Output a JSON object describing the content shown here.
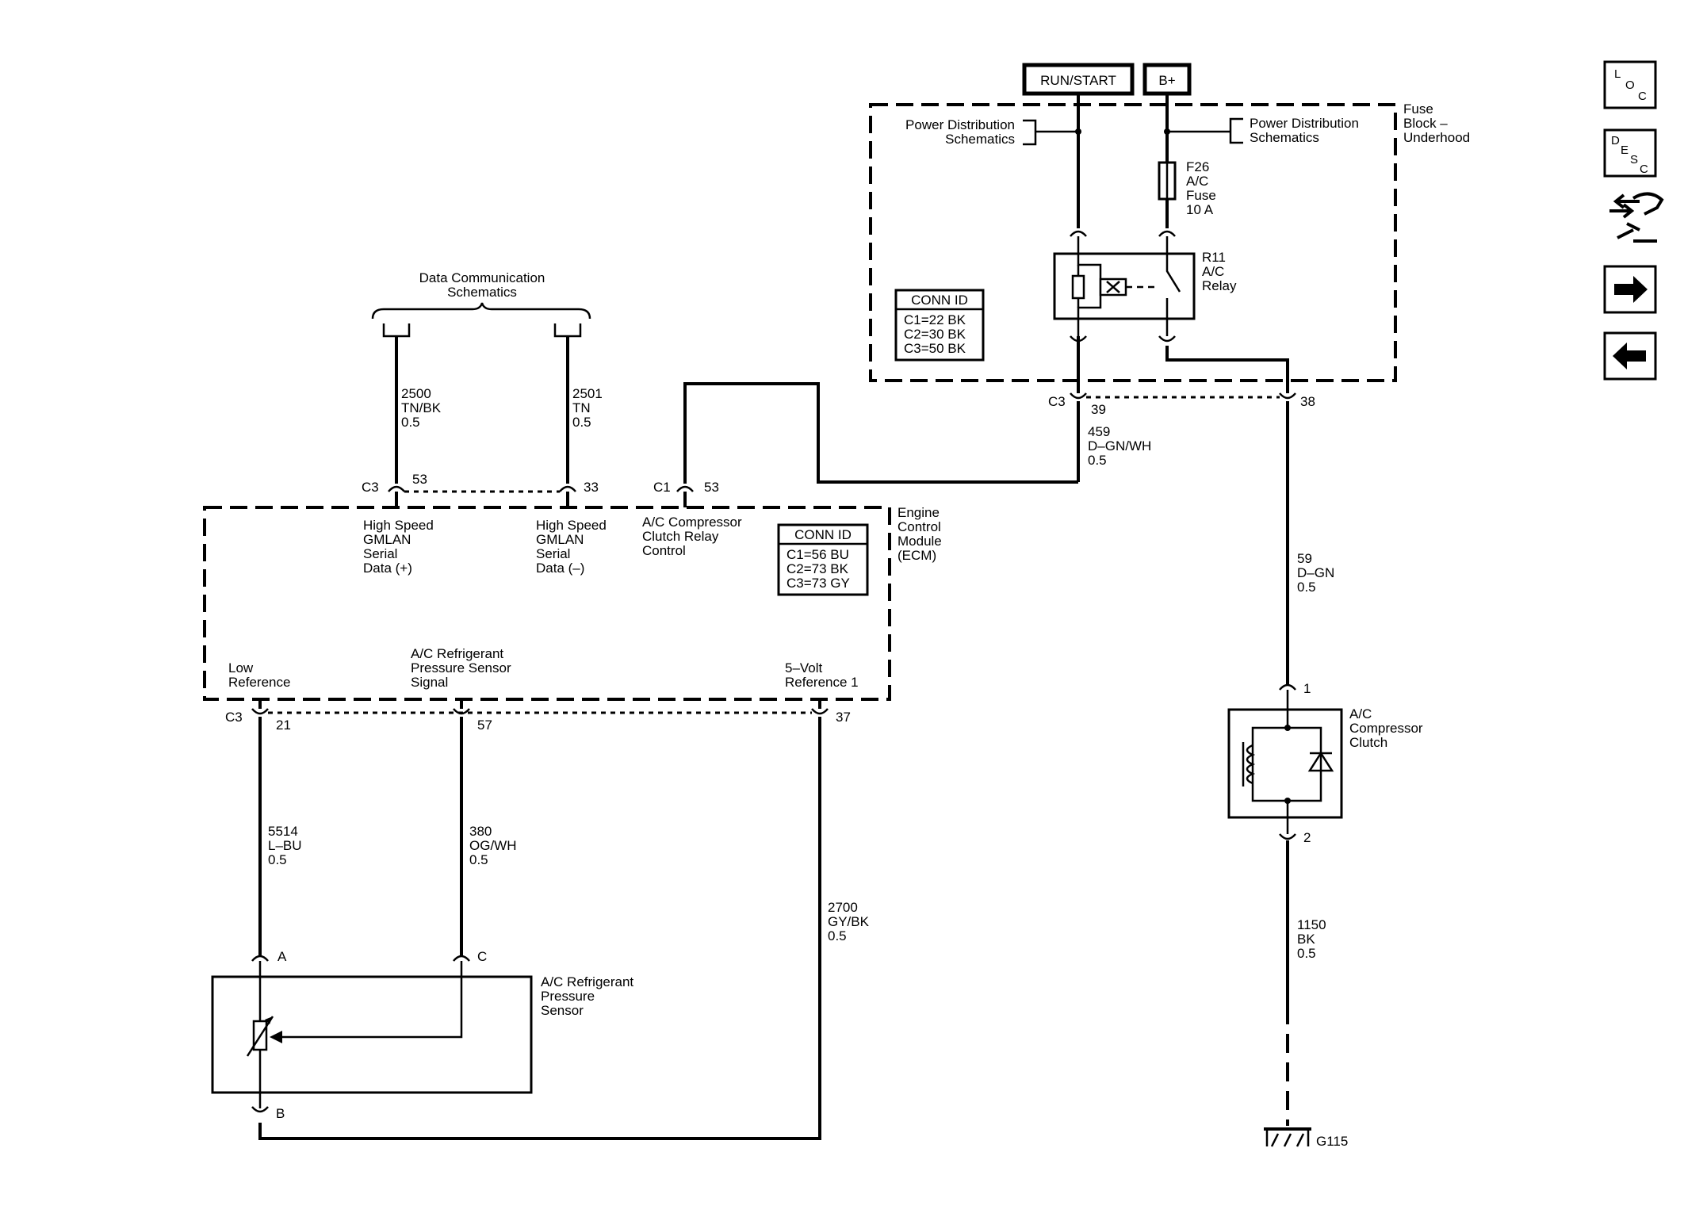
{
  "supply": {
    "run_start": "RUN/START",
    "b_plus": "B+"
  },
  "fuse_block": {
    "title_l1": "Fuse",
    "title_l2": "Block –",
    "title_l3": "Underhood",
    "pd_left_l1": "Power Distribution",
    "pd_left_l2": "Schematics",
    "pd_right_l1": "Power Distribution",
    "pd_right_l2": "Schematics",
    "fuse_l1": "F26",
    "fuse_l2": "A/C",
    "fuse_l3": "Fuse",
    "fuse_l4": "10 A",
    "relay_l1": "R11",
    "relay_l2": "A/C",
    "relay_l3": "Relay",
    "conn_title": "CONN ID",
    "conn_c1": "C1=22 BK",
    "conn_c2": "C2=30 BK",
    "conn_c3": "C3=50 BK",
    "c3_label": "C3",
    "pin_39": "39",
    "pin_38": "38"
  },
  "data_comm": {
    "title_l1": "Data Communication",
    "title_l2": "Schematics",
    "w2500_l1": "2500",
    "w2500_l2": "TN/BK",
    "w2500_l3": "0.5",
    "w2501_l1": "2501",
    "w2501_l2": "TN",
    "w2501_l3": "0.5"
  },
  "ecm": {
    "title_l1": "Engine",
    "title_l2": "Control",
    "title_l3": "Module",
    "title_l4": "(ECM)",
    "c3_top": "C3",
    "pin_53": "53",
    "pin_33": "33",
    "c1": "C1",
    "pin_c1_53": "53",
    "hs_plus_l1": "High Speed",
    "hs_plus_l2": "GMLAN",
    "hs_plus_l3": "Serial",
    "hs_plus_l4": "Data (+)",
    "hs_minus_l1": "High Speed",
    "hs_minus_l2": "GMLAN",
    "hs_minus_l3": "Serial",
    "hs_minus_l4": "Data (–)",
    "clutch_l1": "A/C Compressor",
    "clutch_l2": "Clutch Relay",
    "clutch_l3": "Control",
    "conn_title": "CONN ID",
    "conn_c1": "C1=56 BU",
    "conn_c2": "C2=73 BK",
    "conn_c3": "C3=73 GY",
    "low_ref_l1": "Low",
    "low_ref_l2": "Reference",
    "sensor_sig_l1": "A/C Refrigerant",
    "sensor_sig_l2": "Pressure Sensor",
    "sensor_sig_l3": "Signal",
    "vref_l1": "5–Volt",
    "vref_l2": "Reference 1",
    "c3_bottom": "C3",
    "pin_21": "21",
    "pin_57": "57",
    "pin_37": "37"
  },
  "wires": {
    "w459_l1": "459",
    "w459_l2": "D–GN/WH",
    "w459_l3": "0.5",
    "w59_l1": "59",
    "w59_l2": "D–GN",
    "w59_l3": "0.5",
    "w5514_l1": "5514",
    "w5514_l2": "L–BU",
    "w5514_l3": "0.5",
    "w380_l1": "380",
    "w380_l2": "OG/WH",
    "w380_l3": "0.5",
    "w2700_l1": "2700",
    "w2700_l2": "GY/BK",
    "w2700_l3": "0.5",
    "w1150_l1": "1150",
    "w1150_l2": "BK",
    "w1150_l3": "0.5"
  },
  "clutch": {
    "title_l1": "A/C",
    "title_l2": "Compressor",
    "title_l3": "Clutch",
    "pin_1": "1",
    "pin_2": "2"
  },
  "sensor": {
    "title_l1": "A/C Refrigerant",
    "title_l2": "Pressure",
    "title_l3": "Sensor",
    "pin_a": "A",
    "pin_b": "B",
    "pin_c": "C"
  },
  "ground": {
    "label": "G115"
  },
  "nav": {
    "loc_l": "L",
    "loc_o": "O",
    "loc_c": "C",
    "desc_d": "D",
    "desc_e": "E",
    "desc_s": "S",
    "desc_c": "C"
  }
}
